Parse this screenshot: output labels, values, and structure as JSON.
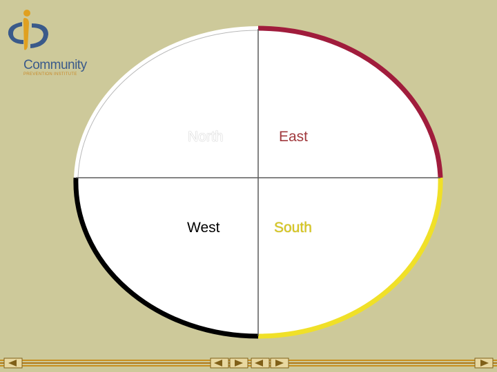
{
  "logo": {
    "name": "Community",
    "subtitle": "PREVENTION INSTITUTE"
  },
  "wheel": {
    "north": {
      "label": "North",
      "color": "#ffffff"
    },
    "east": {
      "label": "East",
      "color": "#a01c3c"
    },
    "west": {
      "label": "West",
      "color": "#000000"
    },
    "south": {
      "label": "South",
      "color": "#f0e028"
    }
  },
  "colors": {
    "background": "#cdc99a",
    "divider": "#5a5a5a",
    "east_text": "#a0383c",
    "south_text": "#d8c820",
    "footer_gold": "#c8901e"
  },
  "footer_icons": [
    "nav-first-icon",
    "nav-prev-icon",
    "nav-next-icon",
    "nav-prev-icon",
    "nav-next-icon",
    "nav-prev-icon",
    "nav-last-icon"
  ]
}
